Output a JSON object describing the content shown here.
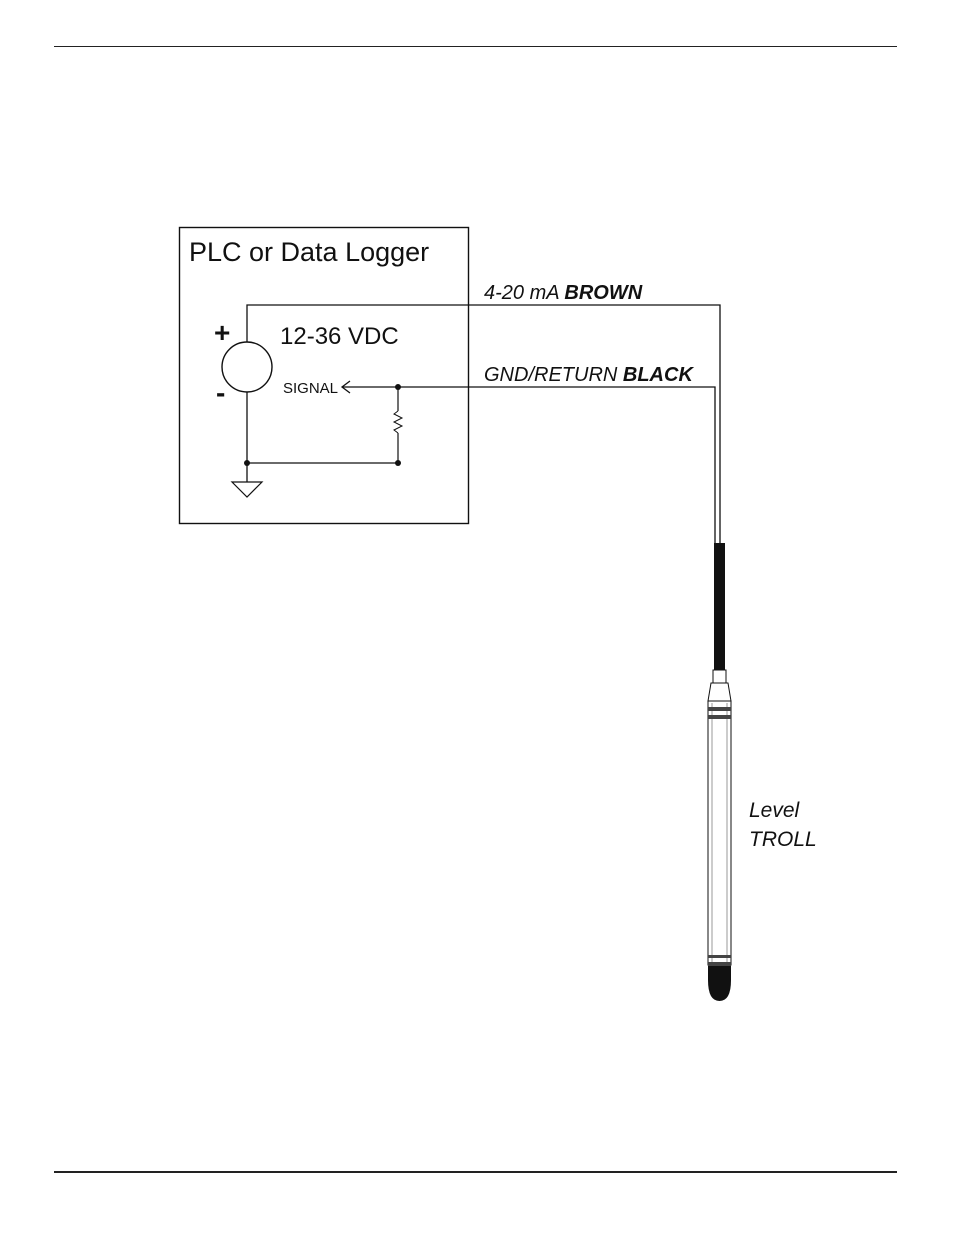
{
  "diagram": {
    "box_title": "PLC or Data Logger",
    "supply_voltage": "12-36 VDC",
    "plus_sign": "+",
    "minus_sign": "-",
    "signal_label": "SIGNAL",
    "wire_brown": {
      "prefix": "4-20 mA ",
      "color_name": "BROWN"
    },
    "wire_black": {
      "prefix": "GND/RETURN ",
      "color_name": "BLACK"
    },
    "device": {
      "line1": "Level",
      "line2": "TROLL"
    }
  }
}
